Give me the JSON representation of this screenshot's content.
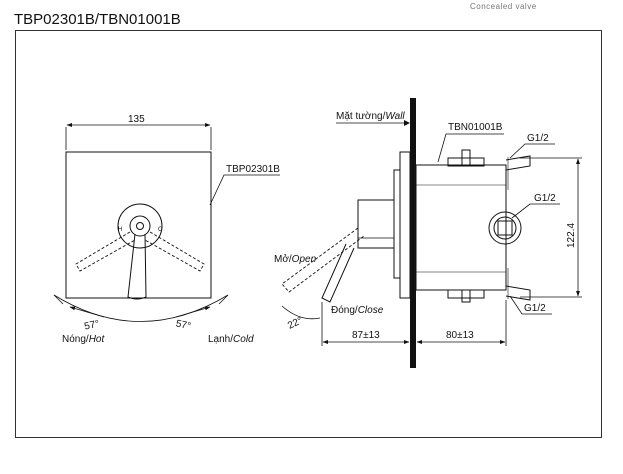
{
  "header": {
    "top_cut_text": "Concealed valve",
    "title": "TBP02301B/TBN01001B"
  },
  "front_view": {
    "width_dim": "135",
    "part_label": "TBP02301B",
    "handle_mark_hot": "H",
    "handle_mark_cold": "C",
    "angle_left": "57°",
    "angle_right": "57°",
    "hot_vi": "Nóng/",
    "hot_en": "Hot",
    "cold_vi": "Lạnh/",
    "cold_en": "Cold"
  },
  "side_view": {
    "wall_vi": "Mặt tường/",
    "wall_en": "Wall",
    "body_label": "TBN01001B",
    "port_top": "G1/2",
    "port_center": "G1/2",
    "port_bottom": "G1/2",
    "height_dim": "122.4",
    "open_vi": "Mở/",
    "open_en": "Open",
    "close_vi": "Đóng/",
    "close_en": "Close",
    "angle_open": "22°",
    "depth_front": "87±13",
    "depth_back": "80±13"
  }
}
